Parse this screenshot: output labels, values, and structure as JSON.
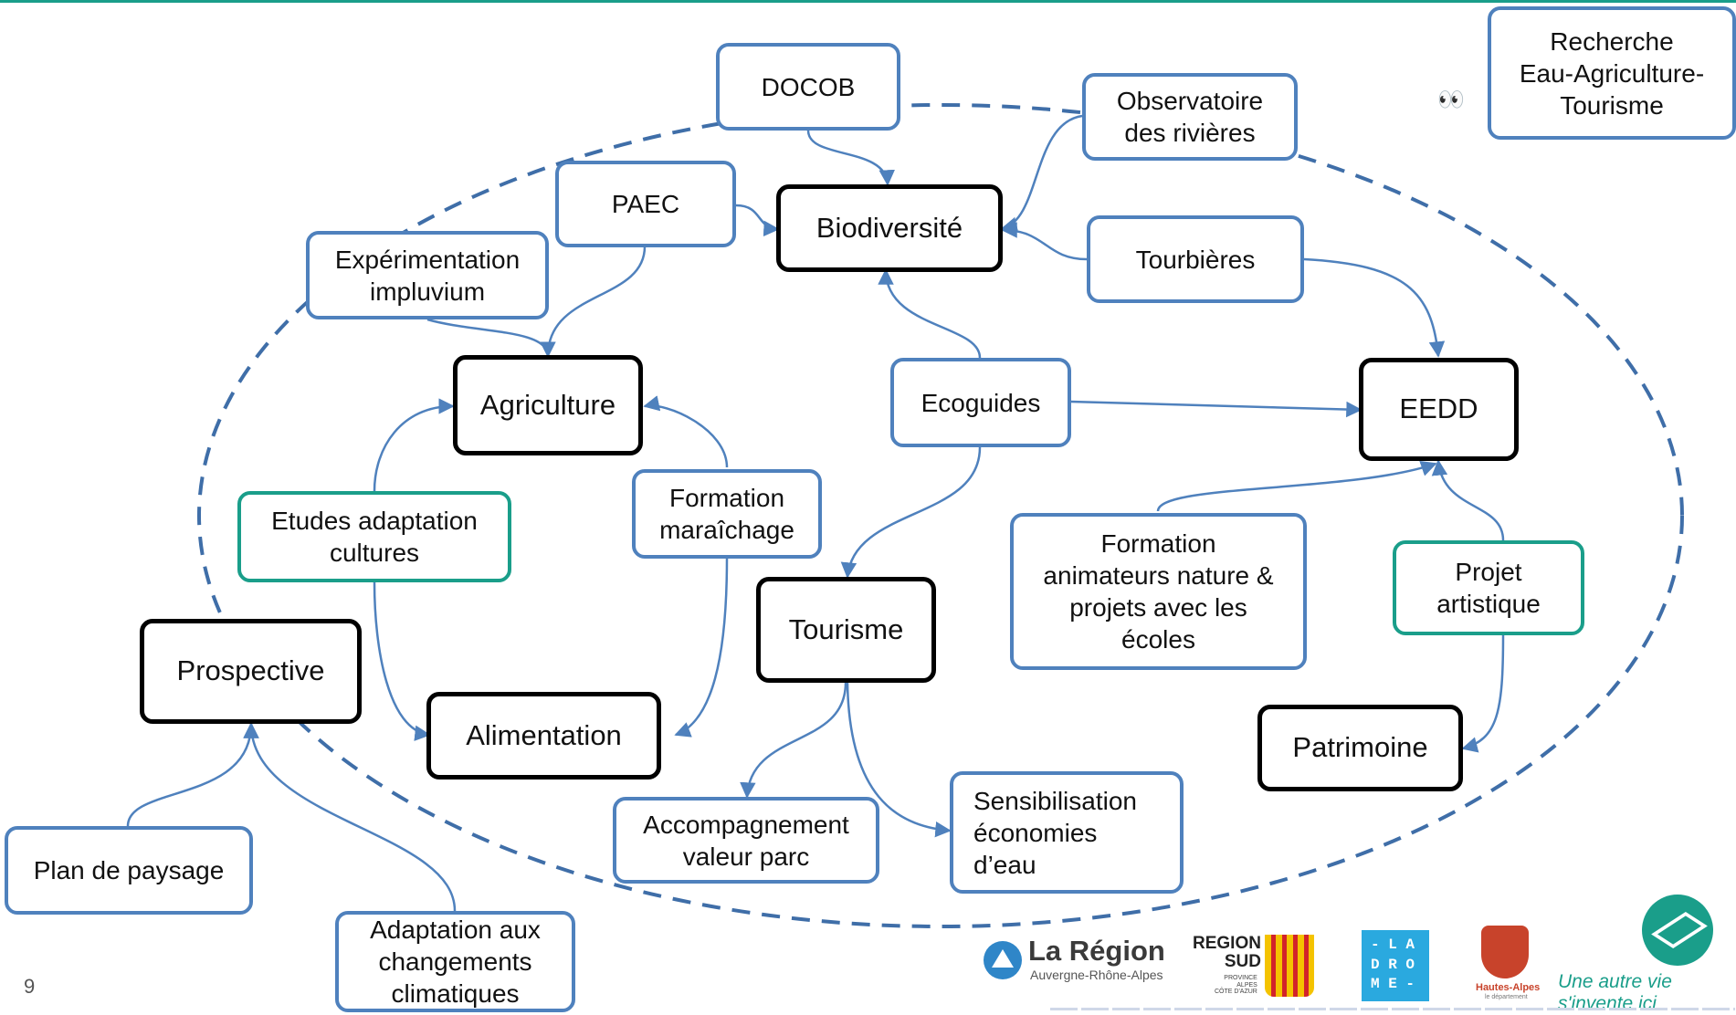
{
  "page_number": "9",
  "eyes_glyph": "👀",
  "nodes": {
    "docob": "DOCOB",
    "observatoire": "Observatoire\ndes rivières",
    "paec": "PAEC",
    "biodiversite": "Biodiversité",
    "experimentation": "Expérimentation\nimpluvium",
    "tourbieres": "Tourbières",
    "agriculture": "Agriculture",
    "ecoguides": "Ecoguides",
    "eedd": "EEDD",
    "formation_maraichage": "Formation\nmaraîchage",
    "etudes_adaptation": "Etudes adaptation\ncultures",
    "formation_animateurs": "Formation\nanimateurs nature &\nprojets avec les\nécoles",
    "projet_artistique": "Projet\nartistique",
    "tourisme": "Tourisme",
    "prospective": "Prospective",
    "alimentation": "Alimentation",
    "patrimoine": "Patrimoine",
    "accompagnement": "Accompagnement\nvaleur parc",
    "sensibilisation": "Sensibilisation\néconomies\nd’eau",
    "plan_paysage": "Plan de paysage",
    "adaptation_changements": "Adaptation aux\nchangements\nclimatiques",
    "recherche": "Recherche\nEau-Agriculture-\nTourisme"
  },
  "colors": {
    "blue_border": "#4f81bd",
    "green_border": "#1a9e8a",
    "black_border": "#000000",
    "arrow": "#4f81bd",
    "dashed_ellipse": "#3f6ea8"
  },
  "logos": {
    "region_aura_title": "La Région",
    "region_aura_sub": "Auvergne-Rhône-Alpes",
    "region_sud_title": "REGION\nSUD",
    "region_sud_small": "PROVINCE\nALPES\nCÔTE D'AZUR",
    "drome": "- L A\nD R O\nM E -",
    "hautes_alpes": "Hautes-Alpes",
    "hautes_alpes_sub": "le département",
    "une_autre_vie": "Une autre vie s'invente ici"
  }
}
